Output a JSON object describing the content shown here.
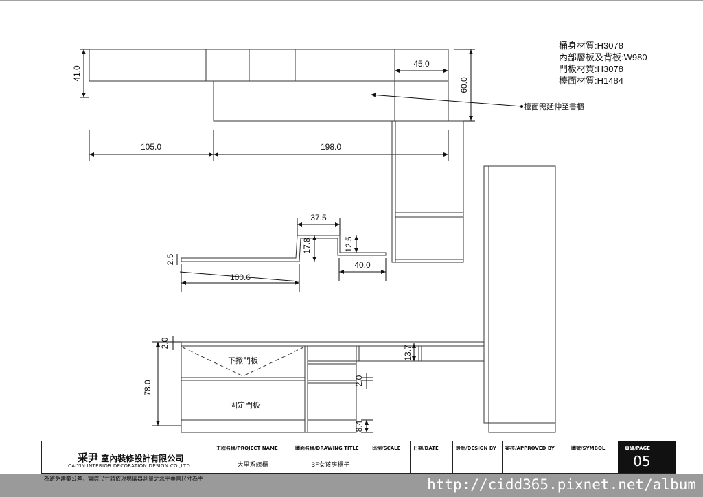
{
  "materials": {
    "body": "桶身材質:H3078",
    "shelf": "內部層板及背板:W980",
    "door": "門板材質:H3078",
    "top": "檯面材質:H1484"
  },
  "annotation": "檯面需延伸至書櫃",
  "dimensions": {
    "d41": "41.0",
    "d45": "45.0",
    "d60": "60.0",
    "d105": "105.0",
    "d198": "198.0",
    "d375": "37.5",
    "d178": "17.8",
    "d125": "12.5",
    "d25": "2.5",
    "d40": "40.0",
    "d1006": "100.6",
    "d20a": "2.0",
    "d137": "13.7",
    "d20b": "2.0",
    "d780": "78.0",
    "d84": "8.4"
  },
  "panel_labels": {
    "flip_door": "下掀門板",
    "fixed_door": "固定門板"
  },
  "title_block": {
    "company_brand": "采尹",
    "company_rest": "室內裝修設計有限公司",
    "company_en": "CAIYIN INTERIOR DECORATION DESIGN CO.,LTD.",
    "project_head": "工程名稱/PROJECT NAME",
    "project_value": "大里系統櫃",
    "drawing_head": "圖面名稱/DRAWING TITLE",
    "drawing_value": "3F女孩房櫃子",
    "scale_head": "比例/SCALE",
    "date_head": "日期/DATE",
    "design_head": "設計/DESIGN BY",
    "approved_head": "審核/APPROVED BY",
    "symbol_head": "圖號/SYMBOL",
    "page_head": "頁碼/PAGE",
    "page_value": "05"
  },
  "disclaimer": "為避免建築公差，實際尺寸請依現場儀器測量之水平垂直尺寸為主",
  "watermark": "http://cidd365.pixnet.net/album"
}
